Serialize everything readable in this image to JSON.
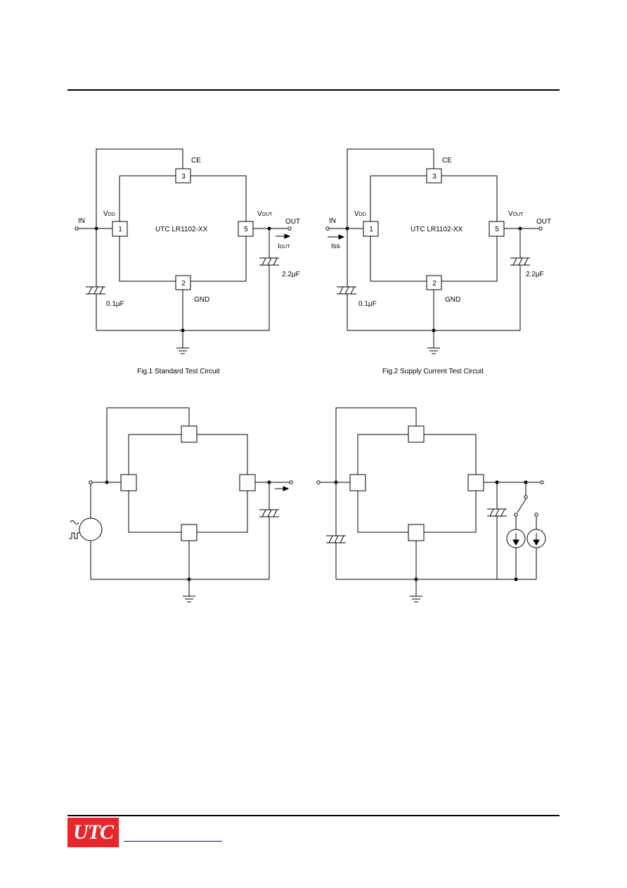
{
  "circuit1": {
    "chip_label": "UTC LR1102-XX",
    "pins": {
      "p1": "1",
      "p2": "2",
      "p3": "3",
      "p5": "5"
    },
    "labels": {
      "in": "IN",
      "out": "OUT",
      "ce": "CE",
      "gnd": "GND",
      "vdd": "V",
      "vdd_sub": "DD",
      "vout": "V",
      "vout_sub": "OUT",
      "iout": "I",
      "iout_sub": "OUT",
      "cin": "0.1μF",
      "cout": "2.2μF"
    },
    "caption": "Fig.1 Standard  Test  Circuit"
  },
  "circuit2": {
    "chip_label": "UTC LR1102-XX",
    "pins": {
      "p1": "1",
      "p2": "2",
      "p3": "3",
      "p5": "5"
    },
    "labels": {
      "in": "IN",
      "out": "OUT",
      "ce": "CE",
      "gnd": "GND",
      "vdd": "V",
      "vdd_sub": "DD",
      "vout": "V",
      "vout_sub": "OUT",
      "iss": "Iss",
      "cin": "0.1μF",
      "cout": "2.2μF"
    },
    "caption": "Fig.2 Supply Current  Test  Circuit"
  },
  "footer": {
    "logo": "UTC"
  }
}
